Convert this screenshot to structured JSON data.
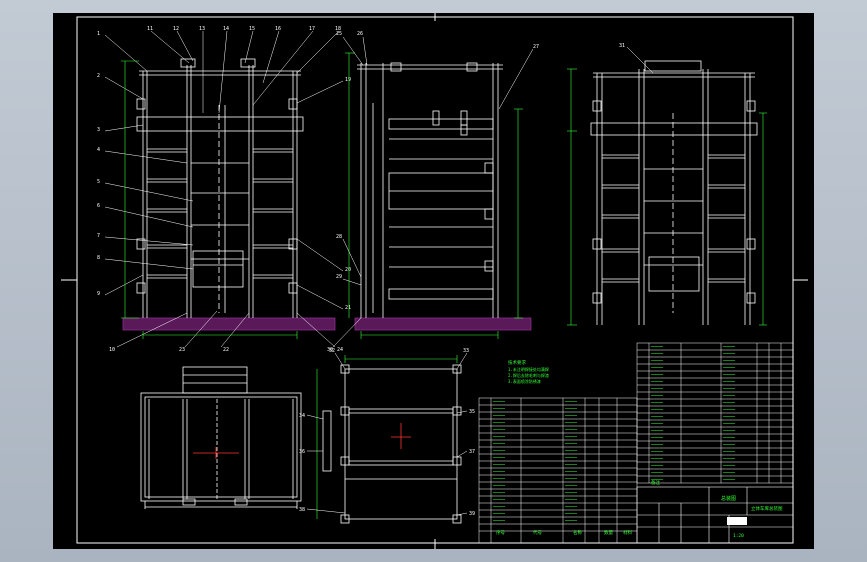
{
  "drawing": {
    "notes_heading": "技术要求",
    "notes": [
      "1.未注明焊接处均满焊",
      "2.焊后去除毛刺与焊渣",
      "3.表面喷涂防锈漆"
    ],
    "title_block": {
      "drawing_title": "立体车库总装图",
      "scale": "1:20",
      "sheet_label": "总装图"
    },
    "bom_headers": [
      "序号",
      "代号",
      "名称",
      "数量",
      "材料",
      "备注"
    ],
    "colors": {
      "background": "#000000",
      "frame": "#ffffff",
      "dimension": "#33ff33",
      "annotation": "#ff3333",
      "base": "#8a2a8a"
    }
  }
}
